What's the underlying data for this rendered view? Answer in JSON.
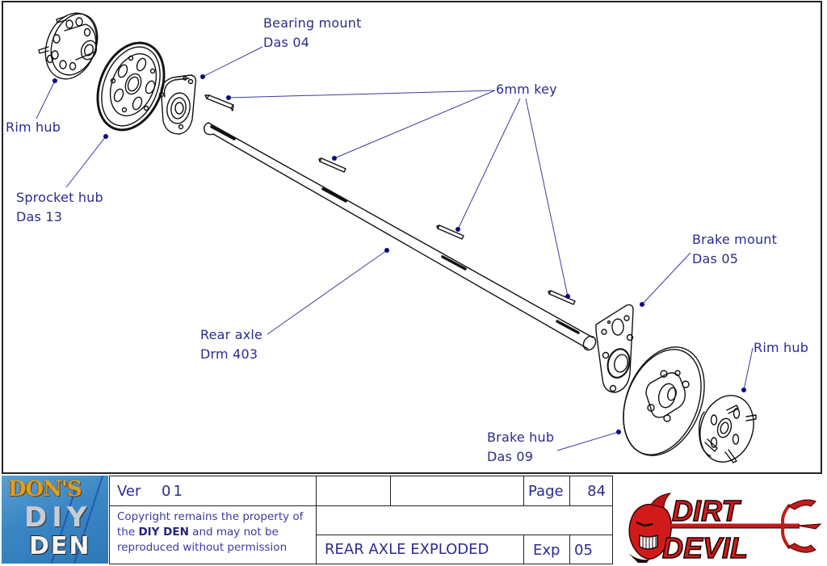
{
  "drawing": {
    "callouts": [
      {
        "id": "rim-hub-left",
        "lines": [
          "Rim hub"
        ]
      },
      {
        "id": "sprocket-hub",
        "lines": [
          "Sprocket hub",
          "Das 13"
        ]
      },
      {
        "id": "bearing-mount",
        "lines": [
          "Bearing mount",
          "Das 04"
        ]
      },
      {
        "id": "key",
        "lines": [
          "6mm key"
        ]
      },
      {
        "id": "rear-axle",
        "lines": [
          "Rear axle",
          "Drm 403"
        ]
      },
      {
        "id": "brake-mount",
        "lines": [
          "Brake mount",
          "Das 05"
        ]
      },
      {
        "id": "rim-hub-right",
        "lines": [
          "Rim hub"
        ]
      },
      {
        "id": "brake-hub",
        "lines": [
          "Brake hub",
          "Das 09"
        ]
      }
    ],
    "colors": {
      "callout_text": "#2b2b8f",
      "leader_line": "#3c3ca0",
      "leader_dot": "#0a0a80",
      "linework": "#111111"
    }
  },
  "title_block": {
    "logo_left": {
      "line1": "DON'S",
      "line2": "DIY",
      "line3": "DEN"
    },
    "version_label": "Ver",
    "version_value": "01",
    "copyright_pre": "Copyright remains the property of the ",
    "copyright_bold": "DIY DEN",
    "copyright_post": " and may not be reproduced without permission",
    "page_label": "Page",
    "page_value": "84",
    "drawing_title": "REAR AXLE EXPLODED",
    "exp_label": "Exp",
    "exp_value": "05",
    "logo_right": {
      "line1": "DIRT",
      "line2": "DEVIL"
    }
  }
}
